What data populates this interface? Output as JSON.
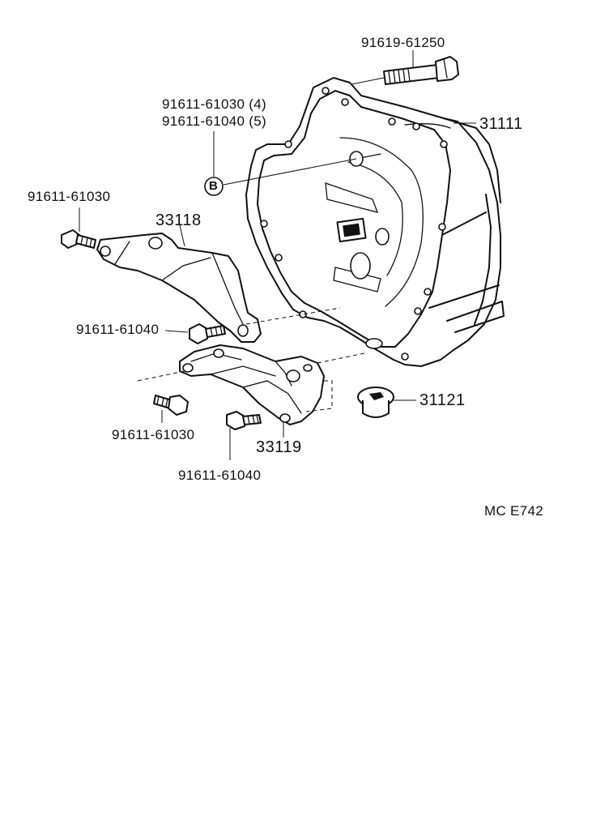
{
  "diagram": {
    "parts": {
      "bellhousing": "31111",
      "plug": "31121",
      "upper_bracket": "33118",
      "lower_bracket": "33119"
    },
    "bolts": {
      "top_bolt": "91619-61250",
      "ref_b_line1": "91611-61030 (4)",
      "ref_b_line2": "91611-61040 (5)",
      "ref_b_marker": "B",
      "bracket_upper_bolt": "91611-61030",
      "bracket_side_bolt": "91611-61040",
      "lower_left_bolt": "91611-61030",
      "lower_right_bolt": "91611-61040"
    },
    "reference_code": "MC E742"
  }
}
